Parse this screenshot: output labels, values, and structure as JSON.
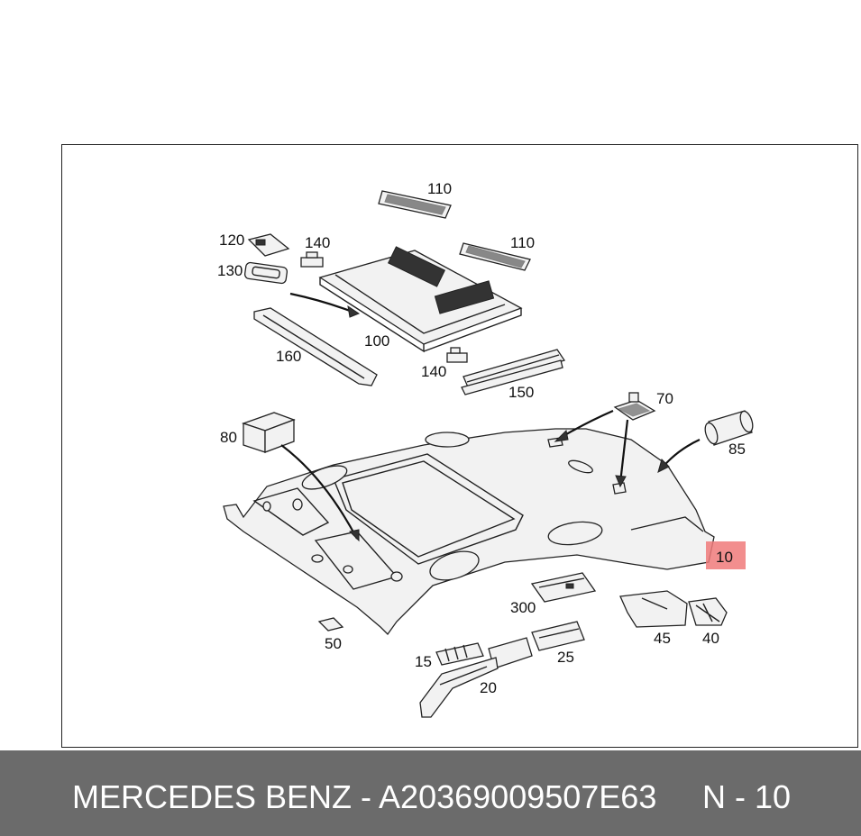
{
  "colors": {
    "background": "#ffffff",
    "footer_bg": "#6b6b6b",
    "footer_text": "#ffffff",
    "highlight": "#f07a7a"
  },
  "parts": {
    "p110a": "110",
    "p110b": "110",
    "p120": "120",
    "p130": "130",
    "p140a": "140",
    "p140b": "140",
    "p100": "100",
    "p160": "160",
    "p150": "150",
    "p70": "70",
    "p80": "80",
    "p85": "85",
    "p10": "10",
    "p300": "300",
    "p45": "45",
    "p40": "40",
    "p50": "50",
    "p15": "15",
    "p25": "25",
    "p20": "20"
  },
  "footer": {
    "brand_part": "MERCEDES BENZ - A20369009507E63",
    "page": "N - 10"
  }
}
